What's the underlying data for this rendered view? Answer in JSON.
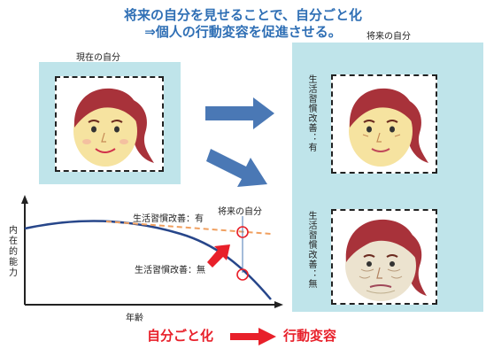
{
  "title": {
    "line1": "将来の自分を見せることで、自分ごと化",
    "line2": "⇒個人の行動変容を促進させる。"
  },
  "current_self": {
    "label": "現在の自分"
  },
  "future_self": {
    "label": "将来の自分",
    "with_improvement": "生活習慣改善：有",
    "without_improvement": "生活習慣改善：無"
  },
  "graph": {
    "y_label": "内在的能力",
    "x_label": "年齢",
    "future_self_marker": "将来の自分",
    "line_with": "生活習慣改善：有",
    "line_without": "生活習慣改善：無"
  },
  "bottom": {
    "left": "自分ごと化",
    "right": "行動変容"
  },
  "colors": {
    "title_blue": "#2f6fb5",
    "panel_bg": "#bfe4ea",
    "arrow_blue": "#4a78b5",
    "curve_blue": "#27468a",
    "dashed_orange": "#f0a060",
    "accent_red": "#e8202a"
  }
}
